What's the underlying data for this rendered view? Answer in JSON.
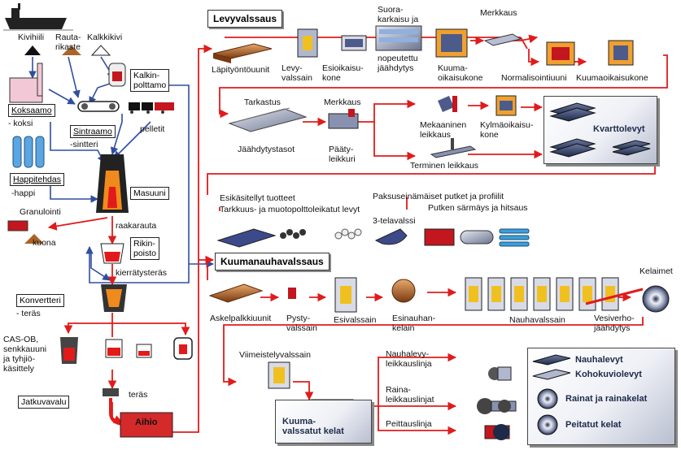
{
  "raw_materials": {
    "iron_ore": "Kivihiili",
    "pellet_ore": "Rauta-\nrikaste",
    "limestone": "Kalkkikivi"
  },
  "sections": {
    "plate": "Levyvalssaus",
    "hot_strip": "Kuumanauhavalssaus"
  },
  "upstream": {
    "kalkin": "Kalkin-\npolttamo",
    "koksaamo": "Koksaamo",
    "koksi": "- koksi",
    "sintraamo": "Sintraamo",
    "sintteri": "-sintteri",
    "pelletit": "pelletit",
    "happitehdas": "Happitehdas",
    "happi": "-happi",
    "masuuni": "Masuuni",
    "granulointi": "Granulointi",
    "kuona": "kuona",
    "raakarauta": "raakarauta",
    "rikinpoisto": "Rikin-\npoisto",
    "kierratysteras": "kierrätysteräs",
    "konvertteri": "Konvertteri",
    "teras1": "- teräs",
    "cas_ob": "CAS-OB,\nsenkkauuni\nja tyhjiö-\nkäsittely",
    "jatkuvavalu": "Jatkuvavalu",
    "teras2": "teräs",
    "aihio": "Aihio"
  },
  "plate_line": {
    "lapityonto": "Läpityöntöuunit",
    "levyvalssain": "Levy-\nvalssain",
    "esioikaisu": "Esioikaisu-\nkone",
    "suorakarkaisu": "Suora-\nkarkaisu ja",
    "nopeutettu": "nopeutettu\njäähdytys",
    "kuumaoikaisukone": "Kuuma-\noikaisukone",
    "merkkaus1": "Merkkaus",
    "normalisointi": "Normalisointiuuni",
    "kuumaoikaisukone2": "Kuumaoikaisukone",
    "tarkastus": "Tarkastus",
    "merkkaus2": "Merkkaus",
    "jaahdytystasot": "Jäähdytystasot",
    "paatyleikkuri": "Pääty-\nleikkuri",
    "mekaaninen": "Mekaaninen\nleikkaus",
    "kylmaoikaisu": "Kylmäoikaisu-\nkone",
    "terminen": "Terminen leikkaus",
    "kvarttolevyt": "Kvarttolevyt"
  },
  "products_plate": {
    "esikasitellyt": "Esikäsitellyt tuotteet",
    "tarkkuus": "Tarkkuus- ja muotopolttoleikatut levyt",
    "paksuseinaiset": "Paksuseinämäiset putket ja profiilit",
    "telavalssi": "3-telavalssi",
    "putken": "Putken särmäys ja hitsaus"
  },
  "hot_strip_line": {
    "askelpalkki": "Askelpalkkiuunit",
    "pysty": "Pysty-\nvalssain",
    "esivalssain": "Esivalssain",
    "esinauhan": "Esinauhan-\nkelain",
    "nauhavalssain": "Nauhavalssain",
    "vesiverho": "Vesiverho-\njäähdytys",
    "kelaimet": "Kelaimet",
    "viimeistely": "Viimeistelyvalssain",
    "kuumavalssatut": "Kuuma-\nvalssatut kelat",
    "nauhalevy": "Nauhalevy-\nleikkauslinja",
    "raina": "Raina-\nleikkauslinjat",
    "peittaus": "Peittauslinja"
  },
  "legend": {
    "items": [
      "Nauhalevyt",
      "Kohokuviolevyt",
      "Rainat ja rainakelat",
      "Peitatut kelat"
    ]
  },
  "colors": {
    "flow_red": "#e11b1b",
    "flow_blue": "#2f4ea0",
    "slab": "#d42a2a",
    "panel_dark": "#1d2a48"
  }
}
